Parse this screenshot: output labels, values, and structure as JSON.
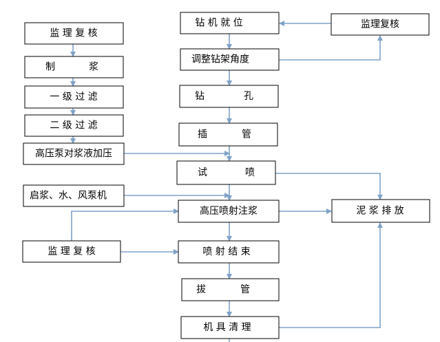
{
  "colors": {
    "arrow": "#7ea2c8",
    "box_border": "#000000",
    "text": "#000000"
  },
  "steps": {
    "left_supervise": "监 理 复 核",
    "make_slurry": [
      "制",
      "浆"
    ],
    "filter_1": "一 级 过 滤",
    "filter_2": "二 级 过 滤",
    "pressurize": "高压泵对浆液加压",
    "start_pumps": "启浆、水、风泵机",
    "left_supervise_2": "监 理 复 核",
    "drill_position": "钻 机 就 位",
    "right_supervise": "监理复核",
    "adjust_angle": "调整钻架角度",
    "drill_hole": [
      "钻",
      "孔"
    ],
    "insert_pipe": [
      "插",
      "管"
    ],
    "test_spray": [
      "试",
      "喷"
    ],
    "high_pressure_grout": "高压喷射注浆",
    "spray_end": "喷 射 结 束",
    "pull_pipe": [
      "拔",
      "管"
    ],
    "clean_machine": "机 具 清 理",
    "slurry_discharge": "泥 浆 排 放"
  }
}
